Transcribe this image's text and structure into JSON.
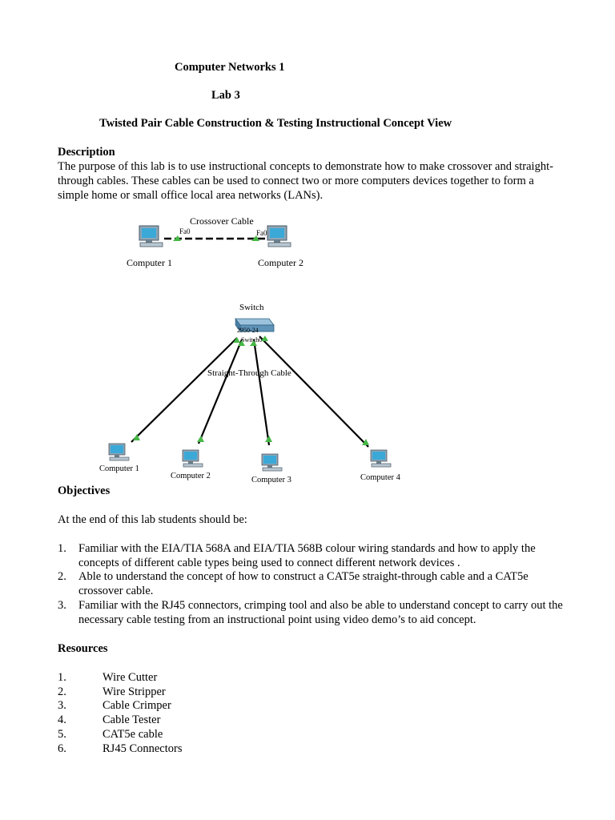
{
  "header": {
    "course": "Computer Networks 1",
    "lab": "Lab 3",
    "title": "Twisted Pair Cable  Construction & Testing Instructional  Concept View"
  },
  "description": {
    "heading": "Description",
    "text": "The purpose of this lab is to use instructional  concepts to demonstrate how to make  crossover and straight-through cables.   These cables can be used to connect two or more computers devices together to form a simple home or small office local area networks (LANs)."
  },
  "diagram_crossover": {
    "cable_label": "Crossover Cable",
    "port_left": "Fa0",
    "port_right": "Fa0",
    "pc1": "Computer 1",
    "pc2": "Computer 2"
  },
  "diagram_straight": {
    "switch_label": "Switch",
    "switch_model": "2950-24",
    "switch_name": "Switch0",
    "cable_label": "Straight-Through Cable",
    "computers": [
      "Computer 1",
      "Computer 2",
      "Computer 3",
      "Computer 4"
    ]
  },
  "objectives": {
    "heading": "Objectives",
    "intro": "At the end of this lab students should be:",
    "items": [
      {
        "num": "1.",
        "text": "Familiar with the EIA/TIA 568A and EIA/TIA 568B colour wiring standards and how  to apply the concepts of different cable types being used  to connect different network devices ."
      },
      {
        "num": "2.",
        "text": "Able to understand the concept of  how to construct a CAT5e straight-through cable and a CAT5e crossover cable."
      },
      {
        "num": "3.",
        "text": "Familiar with the RJ45 connectors, crimping tool and also be able to understand concept to  carry out the necessary cable testing from an instructional  point using video demo’s to aid concept."
      }
    ]
  },
  "resources": {
    "heading": "Resources",
    "items": [
      {
        "num": "1.",
        "text": "Wire Cutter"
      },
      {
        "num": "2.",
        "text": "Wire Stripper"
      },
      {
        "num": "3.",
        "text": "Cable Crimper"
      },
      {
        "num": "4.",
        "text": "Cable Tester"
      },
      {
        "num": "5.",
        "text": "CAT5e cable"
      },
      {
        "num": "6.",
        "text": "RJ45 Connectors"
      }
    ]
  },
  "colors": {
    "pc_body": "#8fa5b5",
    "pc_screen": "#3aa9d8",
    "link_indicator": "#47b847",
    "switch_body": "#5f93b8"
  }
}
